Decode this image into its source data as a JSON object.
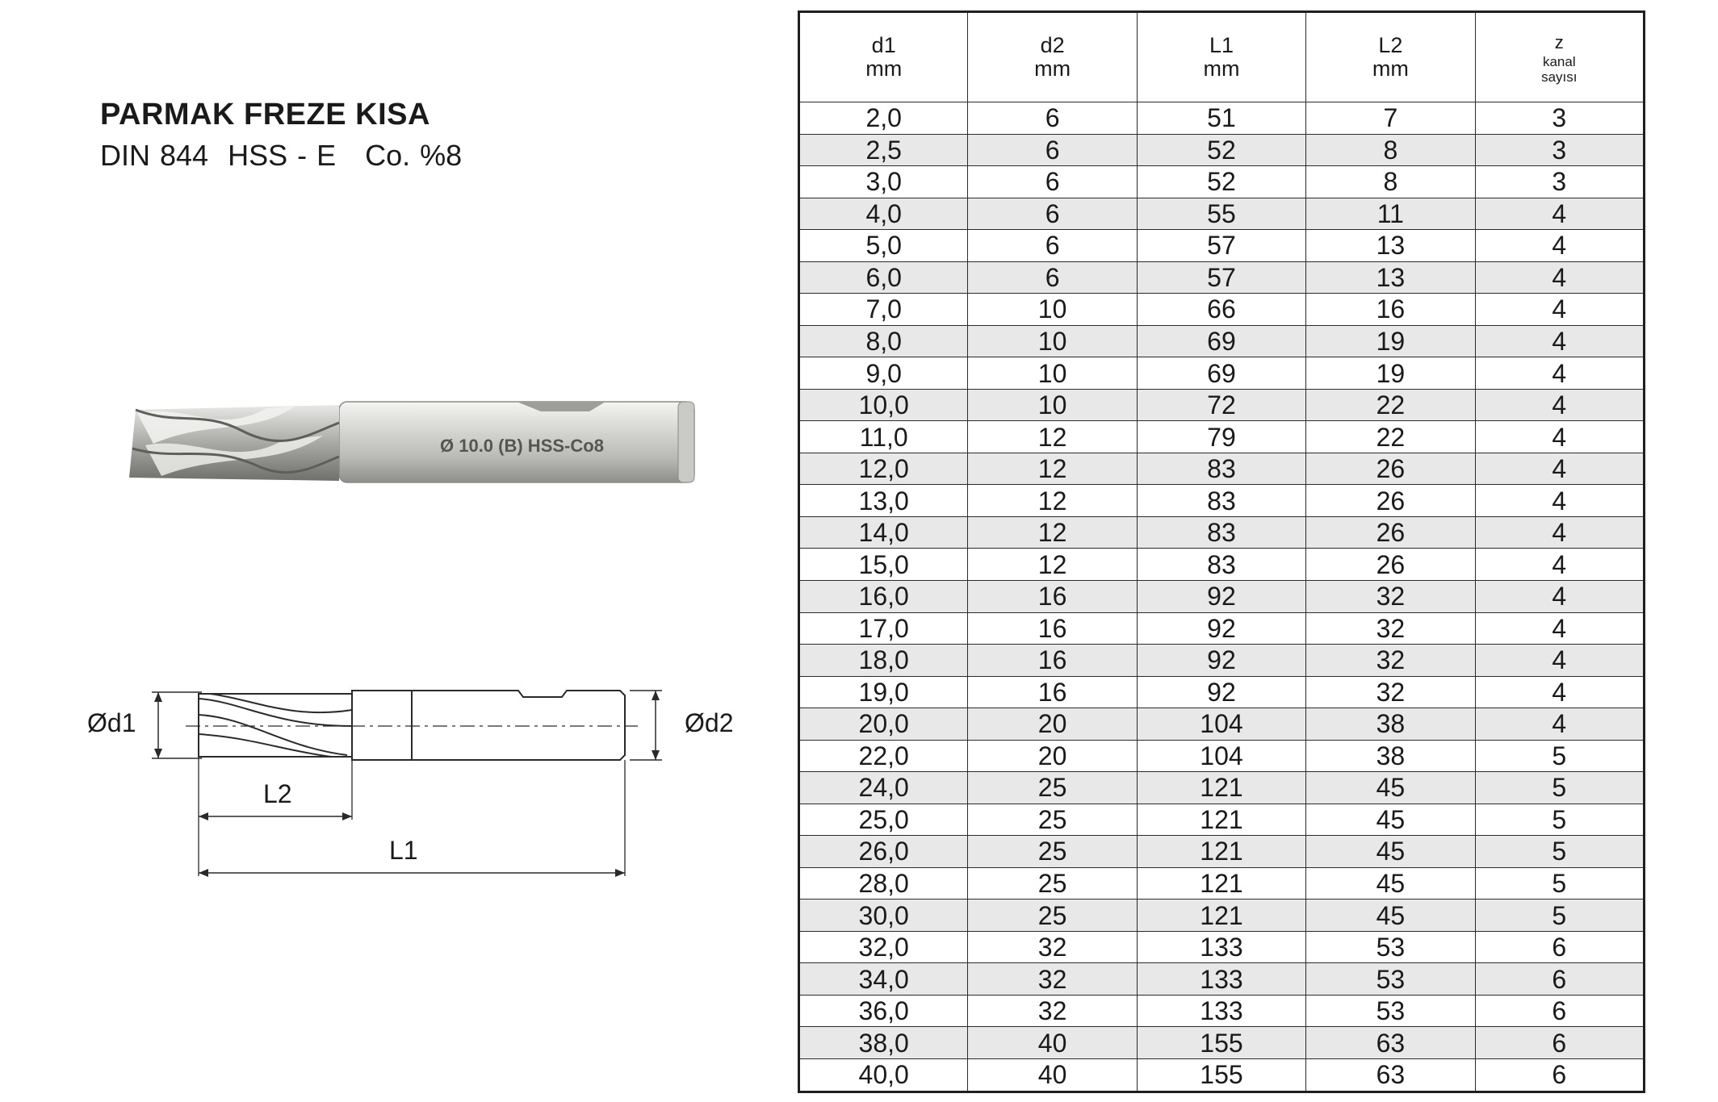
{
  "product": {
    "title": "PARMAK FREZE KISA",
    "subtitle": "DIN 844  HSS - E   Co. %8",
    "engraving": "Ø 10.0 (B) HSS-Co8"
  },
  "drawing": {
    "labels": {
      "d1": "Ød1",
      "d2": "Ød2",
      "L1": "L1",
      "L2": "L2"
    }
  },
  "table": {
    "headers": [
      {
        "top": "d1",
        "unit": "mm"
      },
      {
        "top": "d2",
        "unit": "mm"
      },
      {
        "top": "L1",
        "unit": "mm"
      },
      {
        "top": "L2",
        "unit": "mm"
      },
      {
        "top": "z",
        "unit": "kanal",
        "unit2": "sayısı"
      }
    ],
    "rows": [
      [
        "2,0",
        "6",
        "51",
        "7",
        "3"
      ],
      [
        "2,5",
        "6",
        "52",
        "8",
        "3"
      ],
      [
        "3,0",
        "6",
        "52",
        "8",
        "3"
      ],
      [
        "4,0",
        "6",
        "55",
        "11",
        "4"
      ],
      [
        "5,0",
        "6",
        "57",
        "13",
        "4"
      ],
      [
        "6,0",
        "6",
        "57",
        "13",
        "4"
      ],
      [
        "7,0",
        "10",
        "66",
        "16",
        "4"
      ],
      [
        "8,0",
        "10",
        "69",
        "19",
        "4"
      ],
      [
        "9,0",
        "10",
        "69",
        "19",
        "4"
      ],
      [
        "10,0",
        "10",
        "72",
        "22",
        "4"
      ],
      [
        "11,0",
        "12",
        "79",
        "22",
        "4"
      ],
      [
        "12,0",
        "12",
        "83",
        "26",
        "4"
      ],
      [
        "13,0",
        "12",
        "83",
        "26",
        "4"
      ],
      [
        "14,0",
        "12",
        "83",
        "26",
        "4"
      ],
      [
        "15,0",
        "12",
        "83",
        "26",
        "4"
      ],
      [
        "16,0",
        "16",
        "92",
        "32",
        "4"
      ],
      [
        "17,0",
        "16",
        "92",
        "32",
        "4"
      ],
      [
        "18,0",
        "16",
        "92",
        "32",
        "4"
      ],
      [
        "19,0",
        "16",
        "92",
        "32",
        "4"
      ],
      [
        "20,0",
        "20",
        "104",
        "38",
        "4"
      ],
      [
        "22,0",
        "20",
        "104",
        "38",
        "5"
      ],
      [
        "24,0",
        "25",
        "121",
        "45",
        "5"
      ],
      [
        "25,0",
        "25",
        "121",
        "45",
        "5"
      ],
      [
        "26,0",
        "25",
        "121",
        "45",
        "5"
      ],
      [
        "28,0",
        "25",
        "121",
        "45",
        "5"
      ],
      [
        "30,0",
        "25",
        "121",
        "45",
        "5"
      ],
      [
        "32,0",
        "32",
        "133",
        "53",
        "6"
      ],
      [
        "34,0",
        "32",
        "133",
        "53",
        "6"
      ],
      [
        "36,0",
        "32",
        "133",
        "53",
        "6"
      ],
      [
        "38,0",
        "40",
        "155",
        "63",
        "6"
      ],
      [
        "40,0",
        "40",
        "155",
        "63",
        "6"
      ]
    ]
  }
}
